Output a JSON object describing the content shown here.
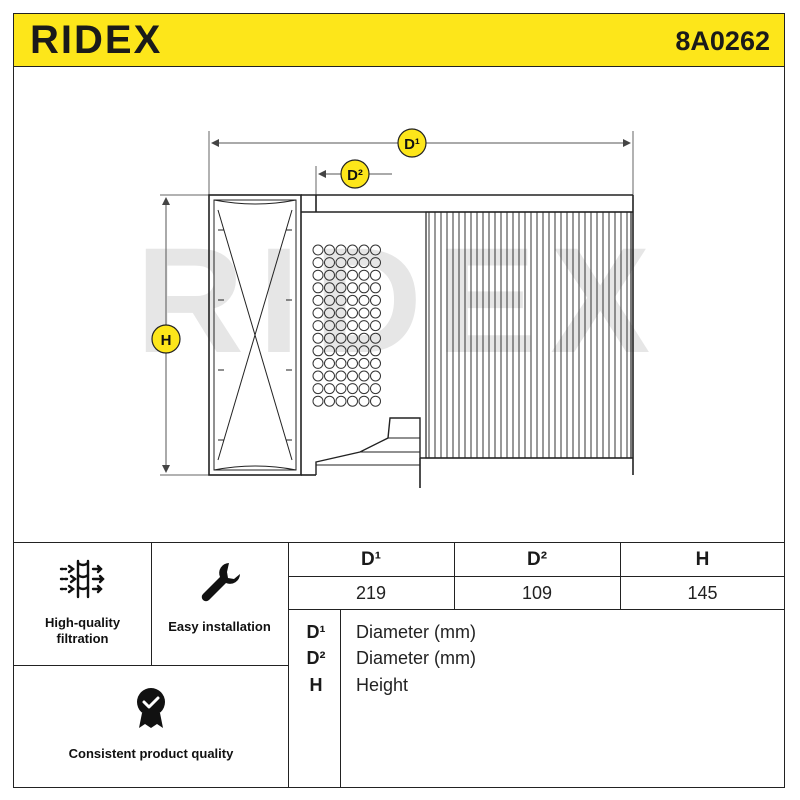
{
  "header": {
    "brand": "RIDEX",
    "part_number": "8A0262"
  },
  "drawing": {
    "watermark": "RIDEX",
    "dimension_labels": {
      "d1": "D¹",
      "d2": "D²",
      "h": "H"
    }
  },
  "features": [
    {
      "label_lines": [
        "High-quality",
        "filtration"
      ],
      "icon": "filtration-icon"
    },
    {
      "label_lines": [
        "Easy installation"
      ],
      "icon": "wrench-icon"
    },
    {
      "label_lines": [
        "Consistent product quality"
      ],
      "icon": "quality-badge-icon"
    }
  ],
  "dimensions_table": {
    "headers": [
      "D¹",
      "D²",
      "H"
    ],
    "values": [
      "219",
      "109",
      "145"
    ]
  },
  "legend": [
    {
      "code": "D¹",
      "description": "Diameter (mm)"
    },
    {
      "code": "D²",
      "description": "Diameter (mm)"
    },
    {
      "code": "H",
      "description": "Height"
    }
  ],
  "colors": {
    "accent_yellow": "#fde61a",
    "line": "#222222",
    "watermark": "#e6e6e6"
  }
}
